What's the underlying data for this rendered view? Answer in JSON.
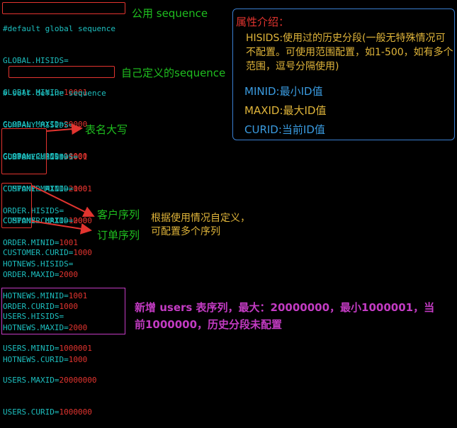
{
  "code": {
    "comment_default": "default global sequence",
    "comment_self": "self define sequence",
    "hash": "#",
    "global": [
      "GLOBAL.HISIDS=",
      "GLOBAL.MINID=10001",
      "GLOBAL.MAXID=20000",
      "GLOBAL.CURID=10000"
    ],
    "company": [
      "COMPANY.HISIDS=",
      "COMPANY.MINID=1001",
      "COMPANY.MAXID=2000",
      "COMPANY.CURID=1000"
    ],
    "customer": [
      "CUSTOMER.HISIDS=",
      "CUSTOMER.MINID=1001",
      "CUSTOMER.MAXID=2000",
      "CUSTOMER.CURID=1000"
    ],
    "order": [
      "ORDER.HISIDS=",
      "ORDER.MINID=1001",
      "ORDER.MAXID=2000",
      "ORDER.CURID=1000"
    ],
    "hotnews": [
      "HOTNEWS.HISIDS=",
      "HOTNEWS.MINID=1001",
      "HOTNEWS.MAXID=2000",
      "HOTNEWS.CURID=1000"
    ],
    "users": [
      "USERS.HISIDS=",
      "USERS.MINID=1000001",
      "USERS.MAXID=20000000",
      "USERS.CURID=1000000"
    ]
  },
  "annotations": {
    "public_sequence": "公用 sequence",
    "self_defined": "自己定义的sequence",
    "table_upper": "表名大写",
    "customer_seq": "客户序列",
    "order_seq": "订单序列",
    "custom_note_1": "根据使用情况自定义，",
    "custom_note_2": "可配置多个序列",
    "users_note_1": "新增 users 表序列，最大：20000000，最小1000001，当",
    "users_note_2": "前1000000，历史分段未配置"
  },
  "panel": {
    "title": "属性介绍：",
    "hisids": "HISIDS:使用过的历史分段(一般无特殊情况可不配置。可使用范围配置，如1-500，如有多个范围，逗号分隔使用)",
    "minid": "MINID:最小ID值",
    "maxid": "MAXID:最大ID值",
    "curid": "CURID:当前ID值"
  },
  "colors": {
    "background": "#000000",
    "code": "#1dbfbf",
    "value": "#e2342f",
    "annotation_green": "#1fbf1f",
    "annotation_yellow": "#e0b53a",
    "annotation_purple": "#c33bc3",
    "panel_border": "#3a7fd0"
  }
}
